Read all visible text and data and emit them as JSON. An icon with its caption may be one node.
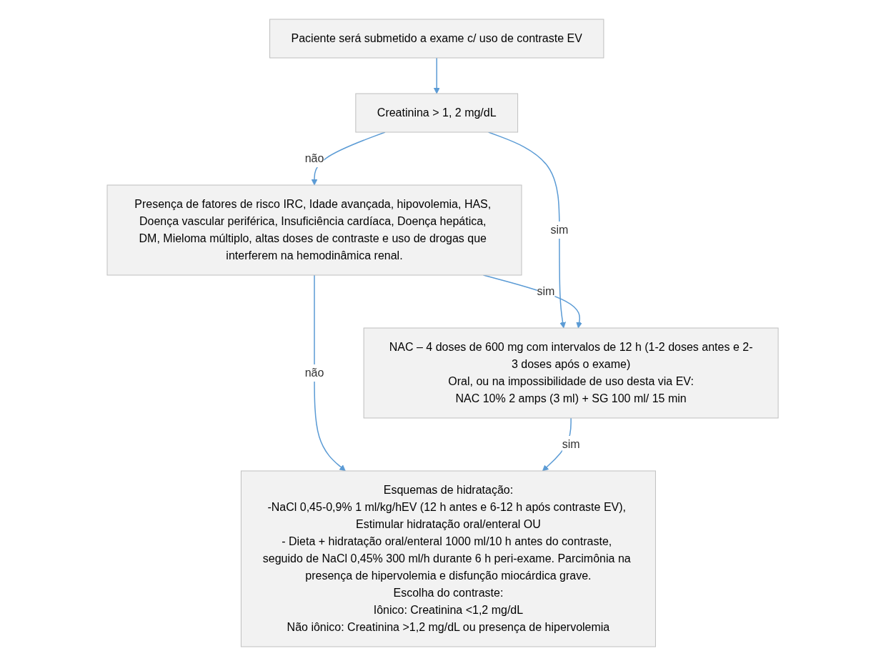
{
  "diagram": {
    "nodes": [
      {
        "text": [
          "Paciente será submetido a exame c/ uso de contraste EV"
        ]
      },
      {
        "text": [
          "Creatinina > 1, 2 mg/dL"
        ]
      },
      {
        "text": [
          "Presença de fatores de risco IRC, Idade avançada, hipovolemia, HAS, Doença vascular periférica, Insuficiência cardíaca, Doença hepática, DM, Mieloma múltiplo, altas doses de contraste e uso de drogas que interferem na hemodinâmica renal."
        ]
      },
      {
        "text": [
          "NAC – 4 doses de 600 mg com intervalos de 12 h (1-2 doses antes e 2-3 doses após o exame)",
          "Oral, ou na impossibilidade de uso desta via EV:",
          "NAC 10% 2 amps (3 ml) + SG 100 ml/ 15 min"
        ]
      },
      {
        "text": [
          "Esquemas de hidratação:",
          "-NaCl 0,45-0,9% 1 ml/kg/hEV (12 h antes e 6-12 h após contraste EV), Estimular hidratação oral/enteral OU",
          "- Dieta + hidratação oral/enteral 1000 ml/10 h antes do contraste, seguido de NaCl 0,45% 300 ml/h durante 6 h peri-exame. Parcimônia na presença de hipervolemia e disfunção miocárdica grave.",
          "Escolha do contraste:",
          "Iônico: Creatinina <1,2 mg/dL",
          "Não iônico: Creatinina >1,2 mg/dL ou presença de hipervolemia"
        ]
      }
    ],
    "edges": [
      {
        "from": 0,
        "to": 1,
        "arrow": "to"
      },
      {
        "from": 1,
        "to": 2,
        "arrow": "to",
        "label": "não"
      },
      {
        "from": 1,
        "to": 3,
        "arrow": "to",
        "label": "sim"
      },
      {
        "from": 2,
        "to": 3,
        "arrow": "to",
        "label": "sim"
      },
      {
        "from": 2,
        "to": 4,
        "arrow": "to",
        "label": "não"
      },
      {
        "from": 3,
        "to": 4,
        "arrow": "to",
        "label": "sim"
      }
    ]
  }
}
